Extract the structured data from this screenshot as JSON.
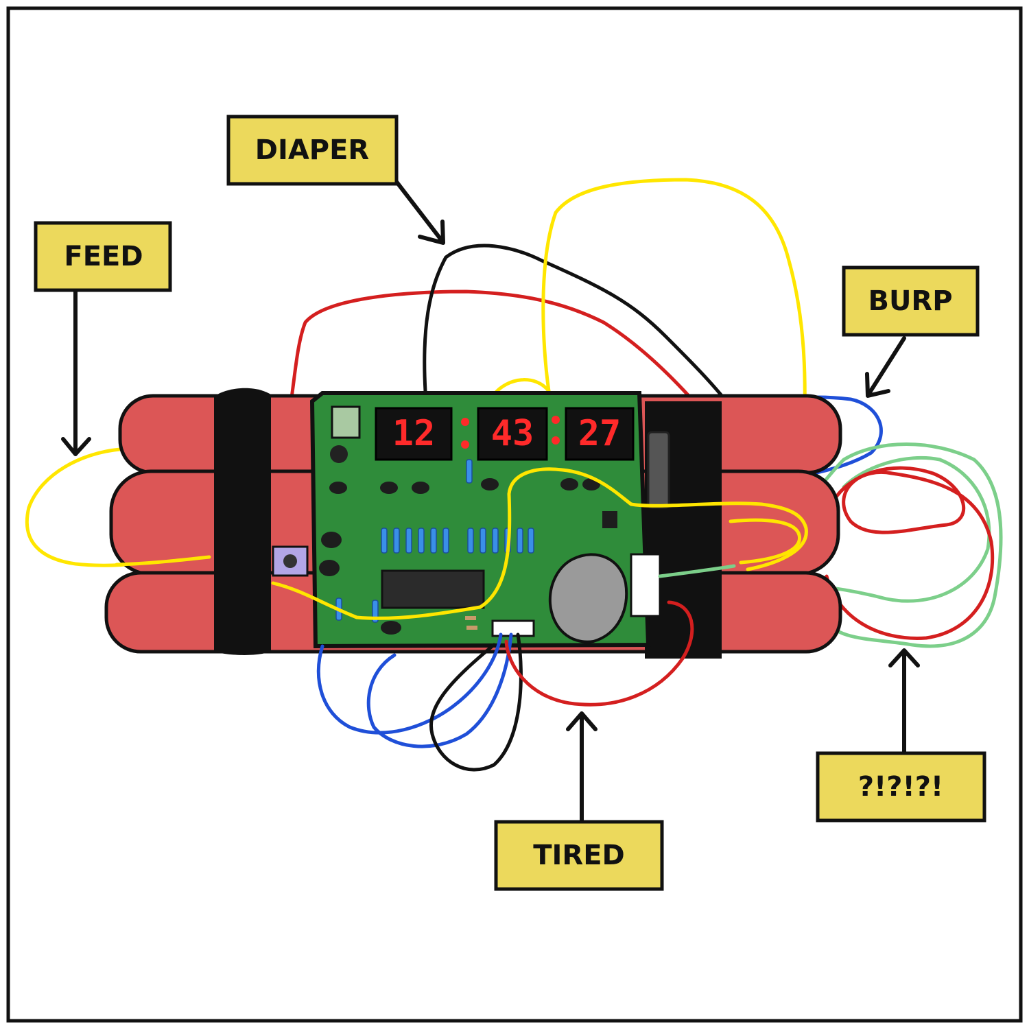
{
  "labels": {
    "feed": "FEED",
    "diaper": "DIAPER",
    "burp": "BURP",
    "tired": "TIRED",
    "unknown": "?!?!?!"
  },
  "timer": {
    "hours": "12",
    "minutes": "43",
    "seconds": "27"
  },
  "colors": {
    "label_fill": "#ecd95c",
    "dynamite": "#dc5656",
    "circuit_board": "#2f8c3a",
    "tape": "#111111",
    "display_digits": "#ff2a2a",
    "wire_yellow": "#ffe600",
    "wire_red": "#d41f1f",
    "wire_black": "#111111",
    "wire_blue": "#1f4fd8",
    "wire_green": "#7ccf8a"
  }
}
